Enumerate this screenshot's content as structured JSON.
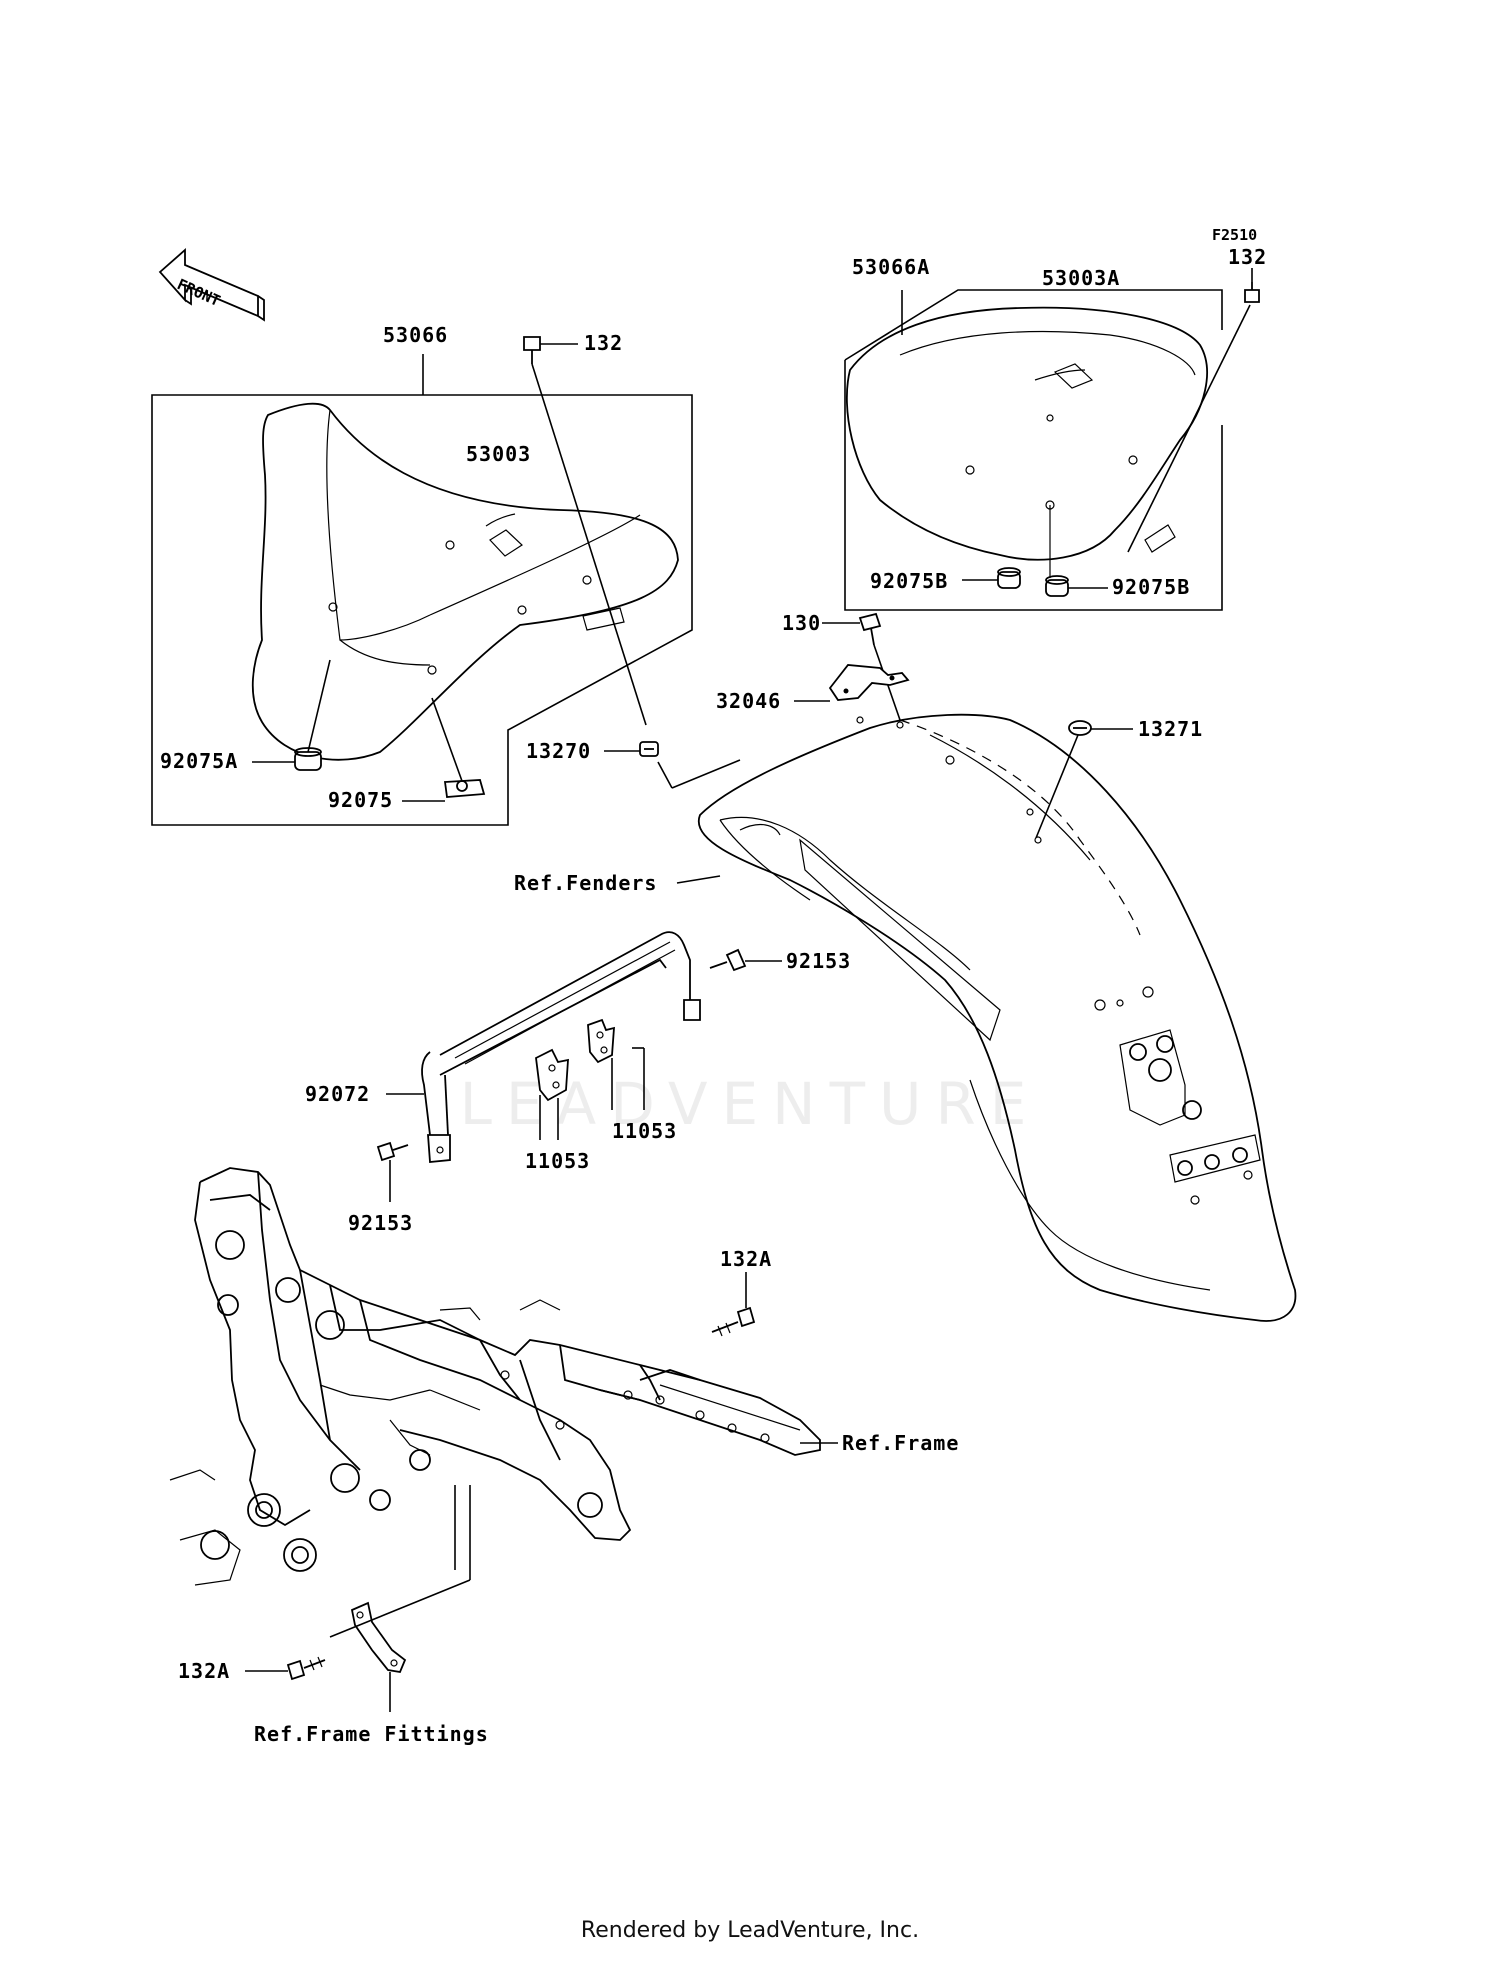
{
  "diagram": {
    "code": "F2510",
    "front_label": "FRONT",
    "parts": [
      "53066",
      "132",
      "53003",
      "92075A",
      "92075",
      "13270",
      "53066A",
      "132",
      "53003A",
      "92075B",
      "92075B",
      "130",
      "32046",
      "13271",
      "Ref.Fenders",
      "92153",
      "92072",
      "11053",
      "11053",
      "92153",
      "132A",
      "Ref.Frame",
      "132A",
      "Ref.Frame Fittings"
    ]
  },
  "watermark": "LEADVENTURE",
  "footer": "Rendered by LeadVenture, Inc."
}
